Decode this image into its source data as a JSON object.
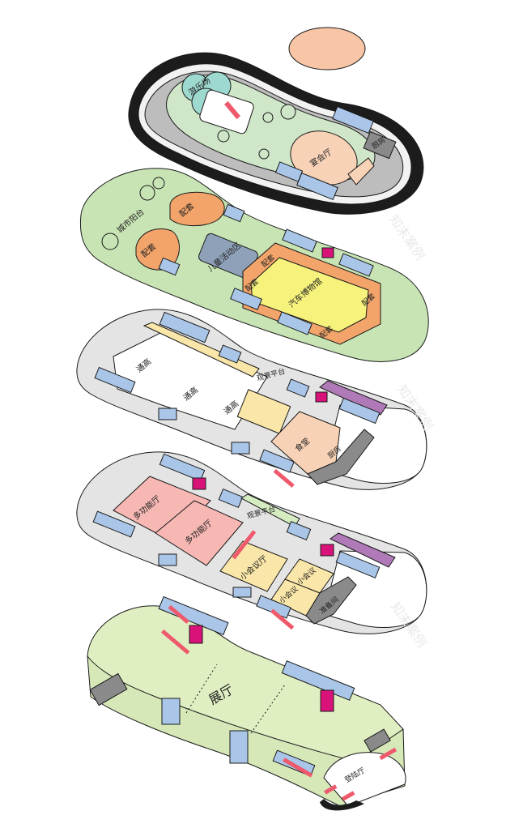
{
  "diagram": {
    "colors": {
      "roof_green": "#cfe6c8",
      "roof_dark": "#1c1c1c",
      "grey_floor": "#e4e4e4",
      "green_floor": "#c8e4b4",
      "exhibit_green": "#e0efc2",
      "blue_core": "#a9c6e8",
      "magenta": "#d9127a",
      "red_stripe": "#ee5a6c",
      "orange": "#f2a46a",
      "peach": "#f8d2b6",
      "yellow": "#f6f27c",
      "cream": "#f9e6a8",
      "pink_hall": "#f7b8b4",
      "purple": "#b07ab8",
      "slate": "#8fa1b8"
    },
    "levels": {
      "roof": {
        "labels": {
          "sunken": "游乐场",
          "banquet": "宴会厅",
          "kitchen": "厨房"
        }
      },
      "park": {
        "labels": {
          "city_terrace": "城市阳台",
          "support_a": "配套",
          "support_b": "配套",
          "support_c": "配套",
          "support_d": "配套",
          "support_e": "配套",
          "support_f": "配套",
          "kids_area": "儿童活动区",
          "car_museum": "汽车博物馆"
        }
      },
      "floor3": {
        "labels": {
          "void_a": "通高",
          "void_b": "通高",
          "void_c": "通高",
          "viewing": "观景平台",
          "canteen": "食堂",
          "kitchen": "厨房"
        }
      },
      "floor2": {
        "labels": {
          "hall_a": "多功能厅",
          "hall_b": "多功能厅",
          "viewing": "观景平台",
          "meeting_a": "小会议厅",
          "meeting_b": "小会议",
          "meeting_c": "小会议",
          "storage": "准备间"
        }
      },
      "ground": {
        "labels": {
          "exhibition": "展厅",
          "lobby": "登陆厅"
        }
      }
    },
    "watermarks": [
      "知末案例",
      "知末案例",
      "知末案例"
    ]
  }
}
